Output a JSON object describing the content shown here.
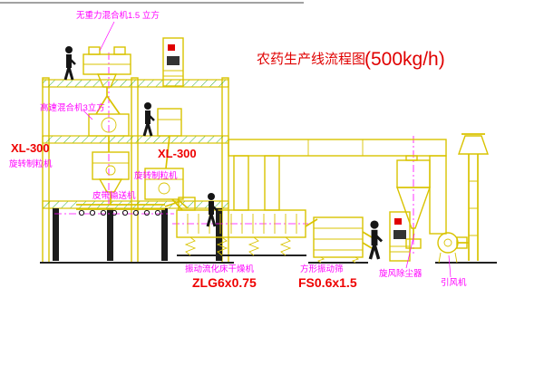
{
  "diagram": {
    "title": "农药生产线流程图",
    "title_capacity": "(500kg/h)"
  },
  "labels": {
    "gravity_mixer": "无重力混合机1.5 立方",
    "high_speed_mixer": "高速混合机3立方",
    "granulator_left_model": "XL-300",
    "granulator_left_name": "旋转制粒机",
    "granulator_center_model": "XL-300",
    "granulator_center_name": "旋转制粒机",
    "belt_conveyor": "皮带输送机",
    "dryer_name": "振动流化床干燥机",
    "dryer_model": "ZLG6x0.75",
    "sieve_name": "方形振动筛",
    "sieve_model": "FS0.6x1.5",
    "cyclone": "旋风除尘器",
    "induced_draft_fan": "引风机"
  },
  "colors": {
    "equipment_outline": "#d9c300",
    "hatch_green": "#009900",
    "label_magenta": "#ff00ff",
    "label_red": "#ee0000",
    "title_red": "#e00000",
    "background": "#ffffff"
  }
}
